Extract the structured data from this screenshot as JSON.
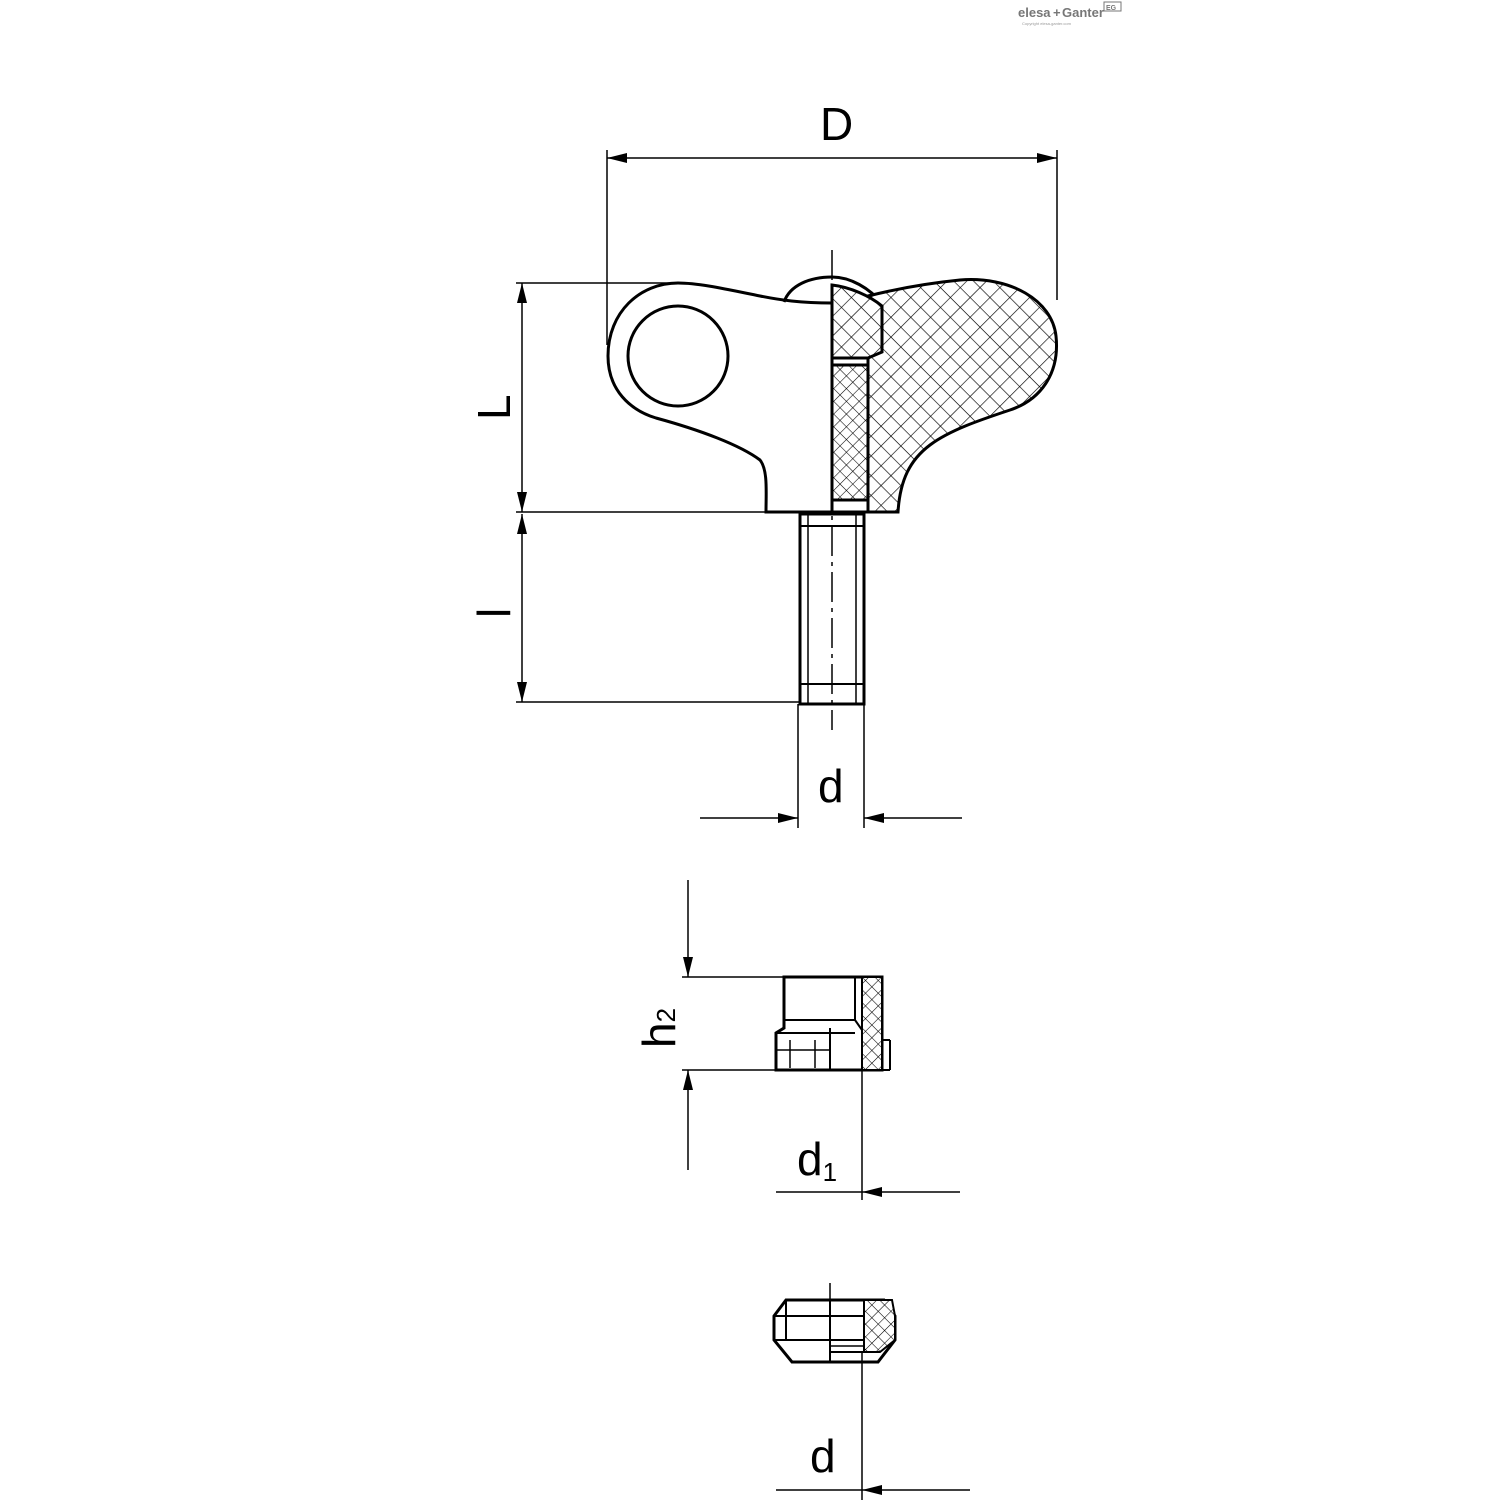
{
  "logo": {
    "brand_left": "elesa",
    "brand_sep": "+",
    "brand_right": "Ganter",
    "mark": "EG",
    "copyright": "Copyright elesa-ganter.com"
  },
  "dimensions": {
    "D": "D",
    "L": "L",
    "l": "l",
    "d_top": "d",
    "h2_main": "h",
    "h2_sub": "2",
    "d1_main": "d",
    "d1_sub": "1",
    "d_bottom": "d"
  },
  "colors": {
    "line": "#000000",
    "background": "#ffffff"
  }
}
